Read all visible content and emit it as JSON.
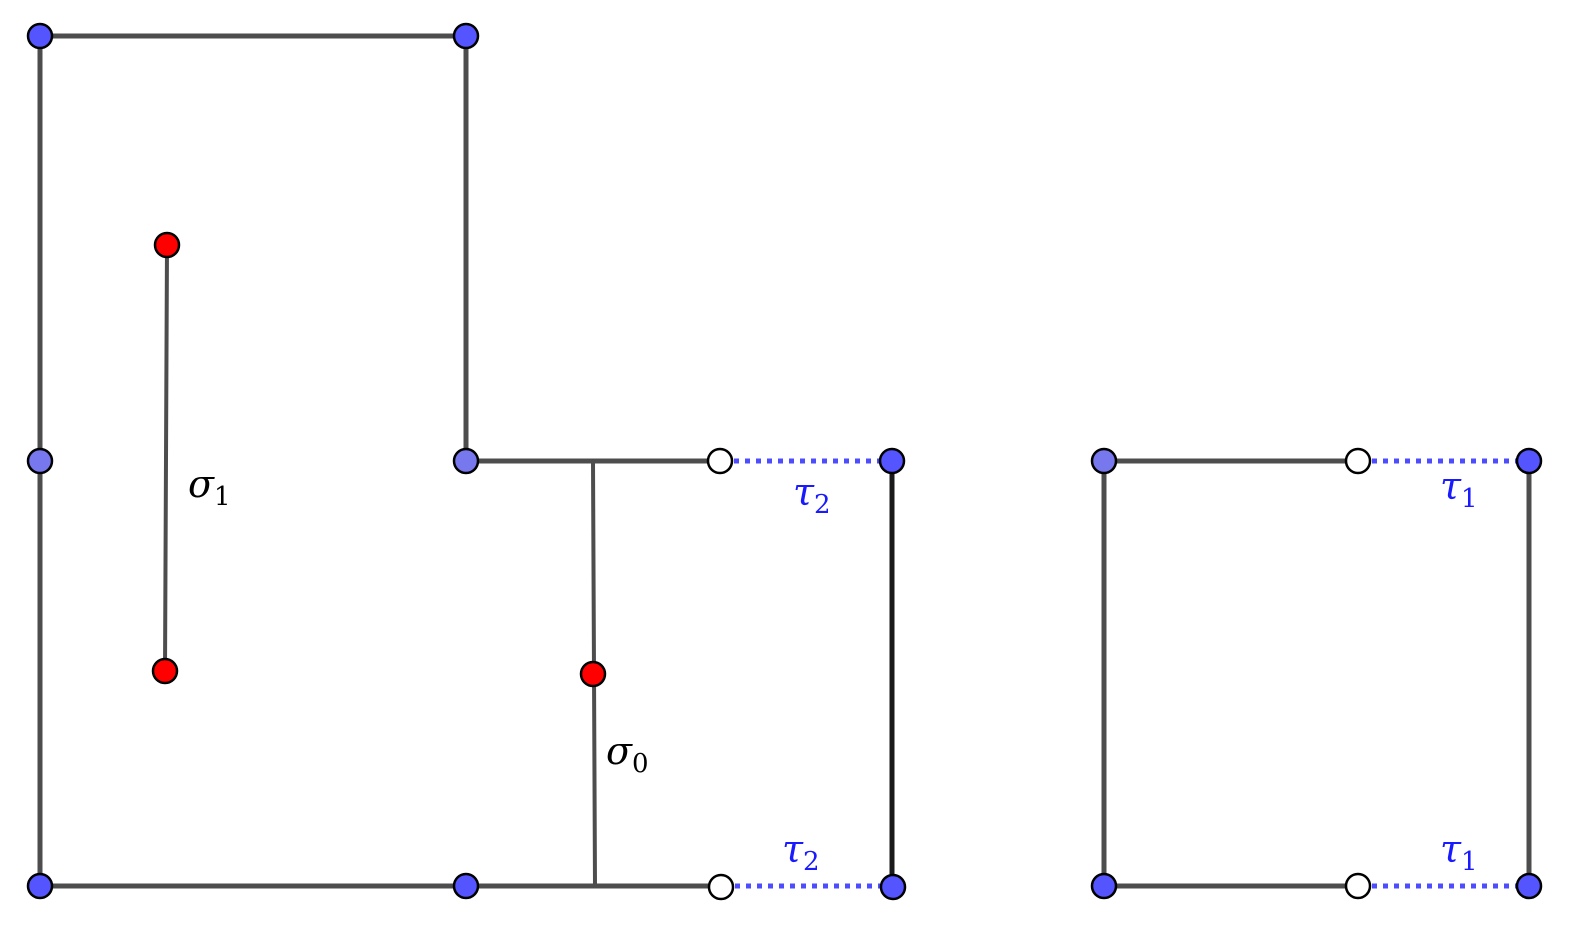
{
  "colors": {
    "vertex_blue": "#5555ff",
    "vertex_blue_light": "#7777ee",
    "vertex_red": "#ff0000",
    "vertex_open": "#ffffff",
    "edge": "#4d4d4d",
    "dotted": "#4d4dff",
    "label_black": "#000000",
    "label_blue": "#1a1aff"
  },
  "labels": {
    "sigma1": {
      "base": "σ",
      "sub": "1"
    },
    "sigma0": {
      "base": "σ",
      "sub": "0"
    },
    "tau2_top": {
      "base": "τ",
      "sub": "2"
    },
    "tau2_bottom": {
      "base": "τ",
      "sub": "2"
    },
    "tau1_top": {
      "base": "τ",
      "sub": "1"
    },
    "tau1_bottom": {
      "base": "τ",
      "sub": "1"
    }
  }
}
